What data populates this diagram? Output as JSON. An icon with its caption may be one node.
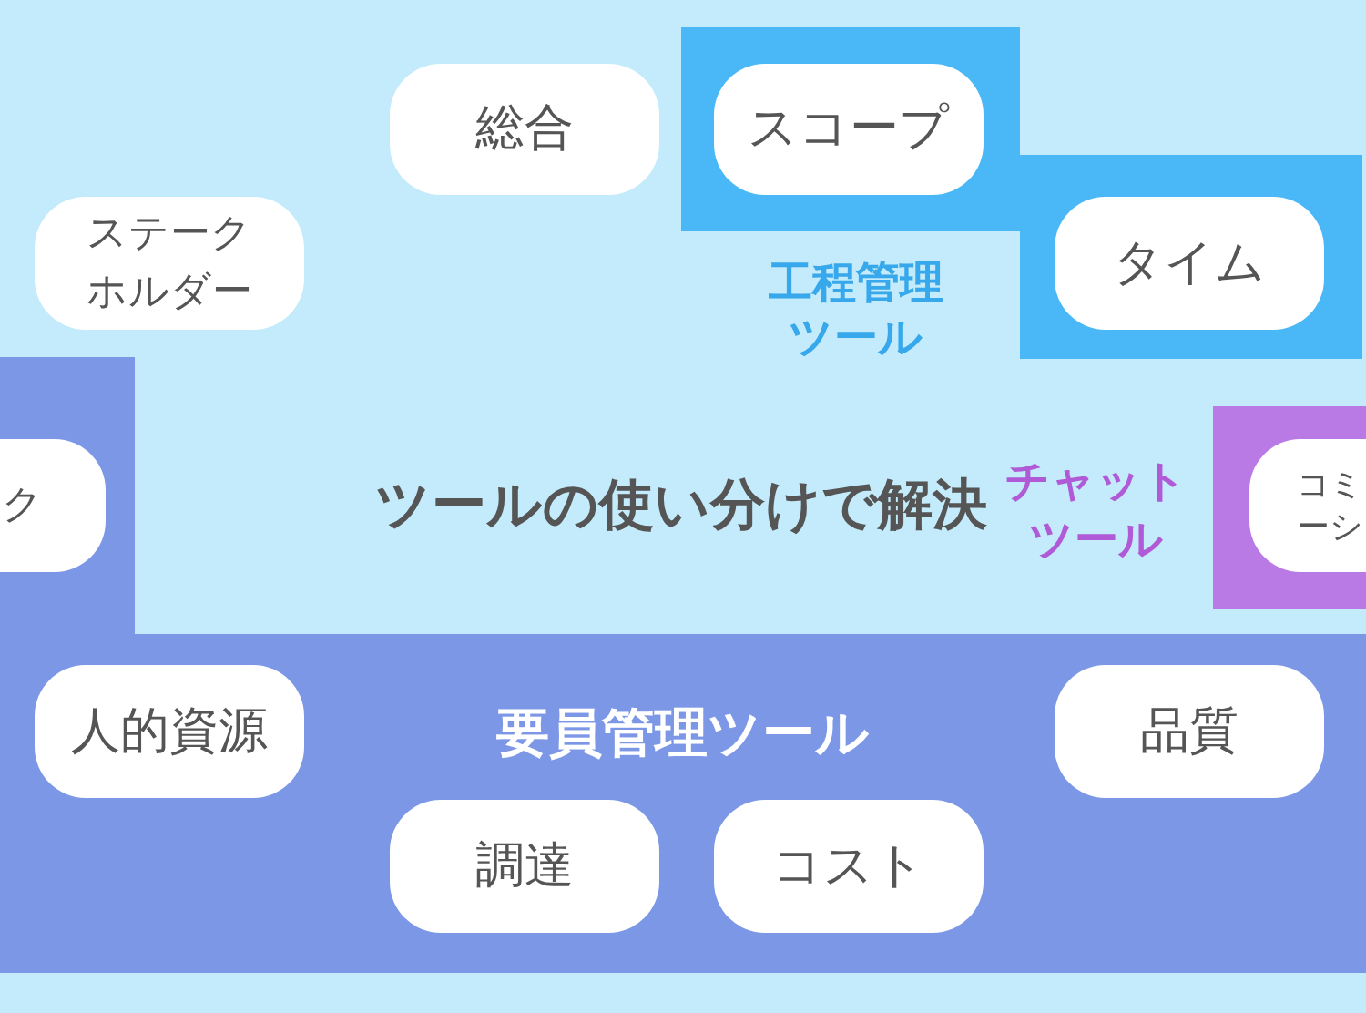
{
  "diagram": {
    "nodes": [
      {
        "text": [
          "総合"
        ]
      },
      {
        "text": [
          "工程管理ツール"
        ]
      },
      {
        "text": [
          "スコープ"
        ],
        "in": 1
      },
      {
        "text": [
          "タイム"
        ],
        "in": 1
      },
      {
        "text": [
          "ステークホルダー"
        ]
      },
      {
        "text": [
          "要員管理ツール"
        ]
      },
      {
        "text": [
          "ク"
        ],
        "in": 5
      },
      {
        "text": [
          "チャットツール"
        ]
      },
      {
        "text": [
          "コミーシ"
        ],
        "in": 7
      },
      {
        "text": [
          "人的資源"
        ],
        "in": 5
      },
      {
        "text": [
          "品質"
        ],
        "in": 5
      },
      {
        "text": [
          "調達"
        ],
        "in": 5
      },
      {
        "text": [
          "コスト"
        ],
        "in": 5
      }
    ],
    "labels": [
      "ツールの使い分けで解決"
    ]
  }
}
